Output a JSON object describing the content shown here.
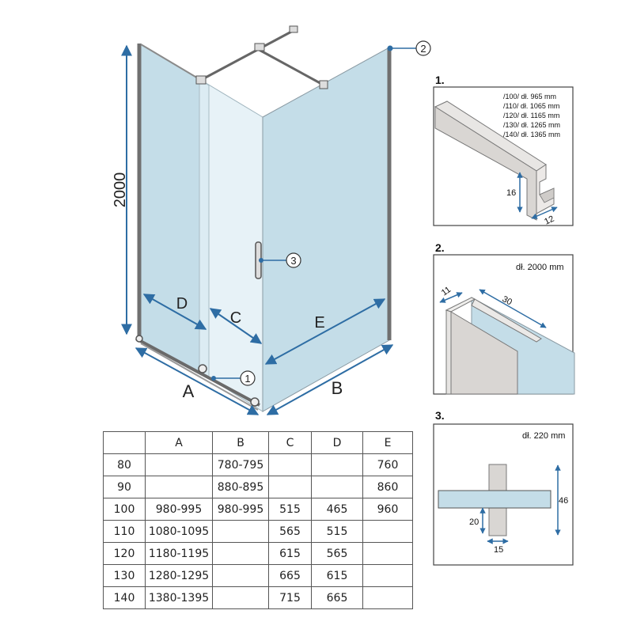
{
  "diagram": {
    "height_label": "2000",
    "dim_labels": {
      "A": "A",
      "B": "B",
      "C": "C",
      "D": "D",
      "E": "E"
    },
    "callouts": [
      "1",
      "2",
      "3"
    ]
  },
  "details": [
    {
      "number": "1.",
      "lengths": [
        "/100/ dł. 965 mm",
        "/110/ dł. 1065 mm",
        "/120/ dł. 1165 mm",
        "/130/ dł. 1265 mm",
        "/140/ dł. 1365 mm"
      ],
      "dim_height": "16",
      "dim_width": "12"
    },
    {
      "number": "2.",
      "length": "dł. 2000 mm",
      "dim_a": "11",
      "dim_b": "30"
    },
    {
      "number": "3.",
      "length": "dł. 220 mm",
      "dim_height": "46",
      "dim_thickness": "20",
      "dim_width": "15"
    }
  ],
  "table": {
    "headers": [
      "",
      "A",
      "B",
      "C",
      "D",
      "E"
    ],
    "rows": [
      [
        "80",
        "",
        "780-795",
        "",
        "",
        "760"
      ],
      [
        "90",
        "",
        "880-895",
        "",
        "",
        "860"
      ],
      [
        "100",
        "980-995",
        "980-995",
        "515",
        "465",
        "960"
      ],
      [
        "110",
        "1080-1095",
        "",
        "565",
        "515",
        ""
      ],
      [
        "120",
        "1180-1195",
        "",
        "615",
        "565",
        ""
      ],
      [
        "130",
        "1280-1295",
        "",
        "665",
        "615",
        ""
      ],
      [
        "140",
        "1380-1395",
        "",
        "715",
        "665",
        ""
      ]
    ]
  },
  "colors": {
    "glass": "#c4dde8",
    "glass_light": "#e4f1f6",
    "dimension": "#2e6da4",
    "frame": "#7a7a7a",
    "profile": "#e0dedc"
  }
}
